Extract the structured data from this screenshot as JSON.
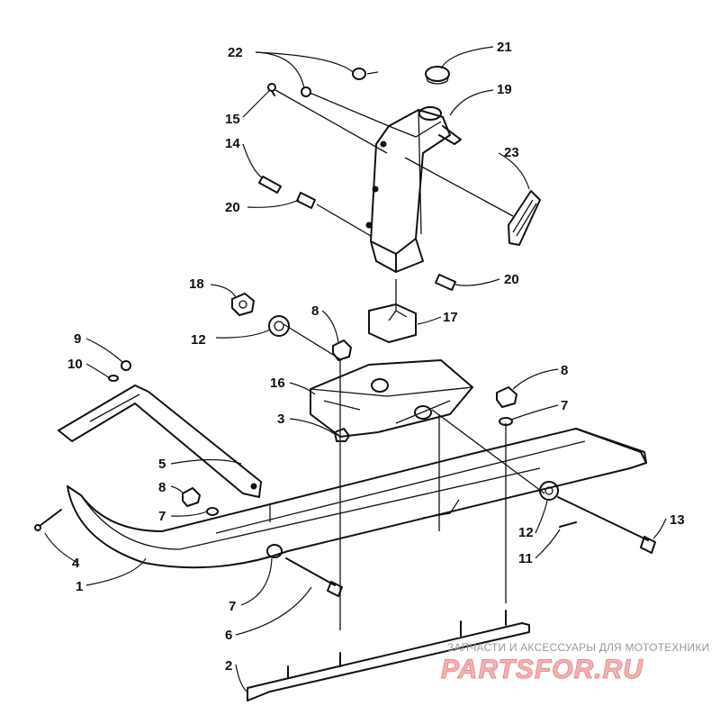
{
  "diagram": {
    "callouts": [
      {
        "id": "c22",
        "label": "22"
      },
      {
        "id": "c21",
        "label": "21"
      },
      {
        "id": "c19",
        "label": "19"
      },
      {
        "id": "c15",
        "label": "15"
      },
      {
        "id": "c14",
        "label": "14"
      },
      {
        "id": "c23",
        "label": "23"
      },
      {
        "id": "c20a",
        "label": "20"
      },
      {
        "id": "c20b",
        "label": "20"
      },
      {
        "id": "c18",
        "label": "18"
      },
      {
        "id": "c17",
        "label": "17"
      },
      {
        "id": "c12a",
        "label": "12"
      },
      {
        "id": "c8a",
        "label": "8"
      },
      {
        "id": "c9",
        "label": "9"
      },
      {
        "id": "c10",
        "label": "10"
      },
      {
        "id": "c16",
        "label": "16"
      },
      {
        "id": "c8b",
        "label": "8"
      },
      {
        "id": "c7a",
        "label": "7"
      },
      {
        "id": "c3",
        "label": "3"
      },
      {
        "id": "c5",
        "label": "5"
      },
      {
        "id": "c8c",
        "label": "8"
      },
      {
        "id": "c7b",
        "label": "7"
      },
      {
        "id": "c13",
        "label": "13"
      },
      {
        "id": "c12b",
        "label": "12"
      },
      {
        "id": "c11",
        "label": "11"
      },
      {
        "id": "c4",
        "label": "4"
      },
      {
        "id": "c1",
        "label": "1"
      },
      {
        "id": "c7c",
        "label": "7"
      },
      {
        "id": "c6",
        "label": "6"
      },
      {
        "id": "c2",
        "label": "2"
      }
    ]
  },
  "watermark": {
    "tagline": "ЗАПЧАСТИ И АКСЕССУАРЫ ДЛЯ МОТОТЕХНИКИ",
    "brand": "PARTSFOR.RU",
    "brand_color": "#e88a8a"
  }
}
